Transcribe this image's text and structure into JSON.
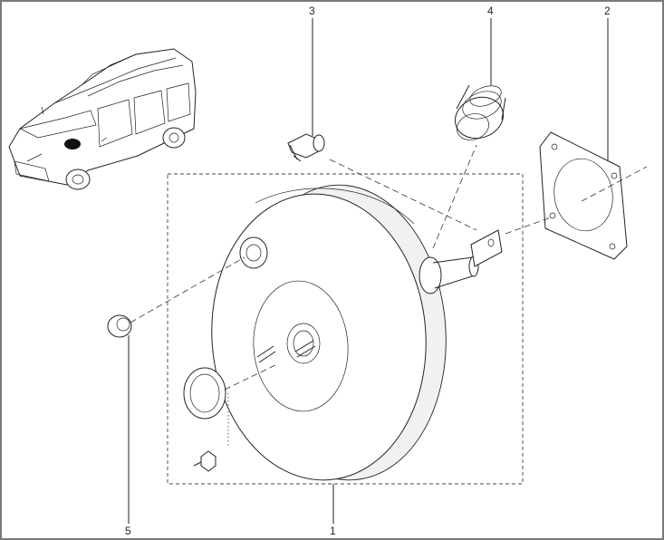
{
  "callouts": [
    {
      "id": "1",
      "label": "1"
    },
    {
      "id": "2",
      "label": "2"
    },
    {
      "id": "3",
      "label": "3"
    },
    {
      "id": "4",
      "label": "4"
    },
    {
      "id": "5",
      "label": "5"
    }
  ],
  "colors": {
    "ink": "#222222",
    "frame": "#7a7a7a",
    "background": "#ffffff"
  }
}
